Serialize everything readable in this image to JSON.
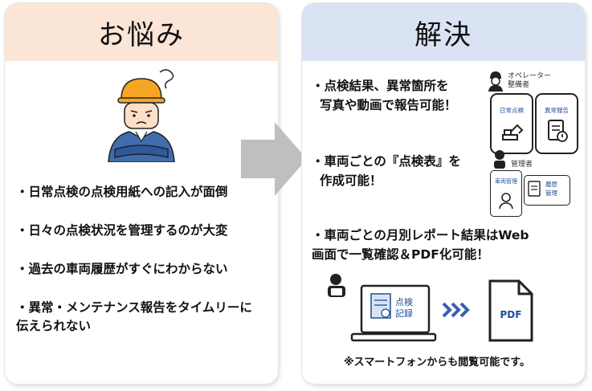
{
  "left": {
    "title": "お悩み",
    "items": [
      "・日常点検の点検用紙への記入が面倒",
      "・日々の点検状況を管理するのが大変",
      "・過去の車両履歴がすぐにわからない",
      "・異常・メンテナンス報告をタイムリーに",
      "伝えられない"
    ]
  },
  "right": {
    "title": "解決",
    "point1": [
      "・点検結果、異常箇所を",
      "写真や動画で報告可能！"
    ],
    "point2": [
      "・車両ごとの『点検表』を",
      "作成可能！"
    ],
    "point3": [
      "・車両ごとの月別レポート結果はWeb",
      "画面で一覧確認＆PDF化可能！"
    ],
    "operator_label": [
      "オペレーター",
      "整備者"
    ],
    "manager_label": "管理者",
    "phone1_title": "日常点検",
    "phone2_title": "異常報告",
    "app1_title": "車両管理",
    "app2_title": [
      "履歴",
      "管理"
    ],
    "laptop_doc_label": [
      "点検",
      "記録"
    ],
    "pdf_label": "PDF",
    "footnote": "※スマートフォンからも閲覧可能です。"
  },
  "colors": {
    "left_header": "#fbe5d6",
    "right_header": "#dae3f3",
    "arrow": "#bfbfbf",
    "accent_blue": "#1f4e9a",
    "chevron_blue": "#3a5eb0"
  }
}
